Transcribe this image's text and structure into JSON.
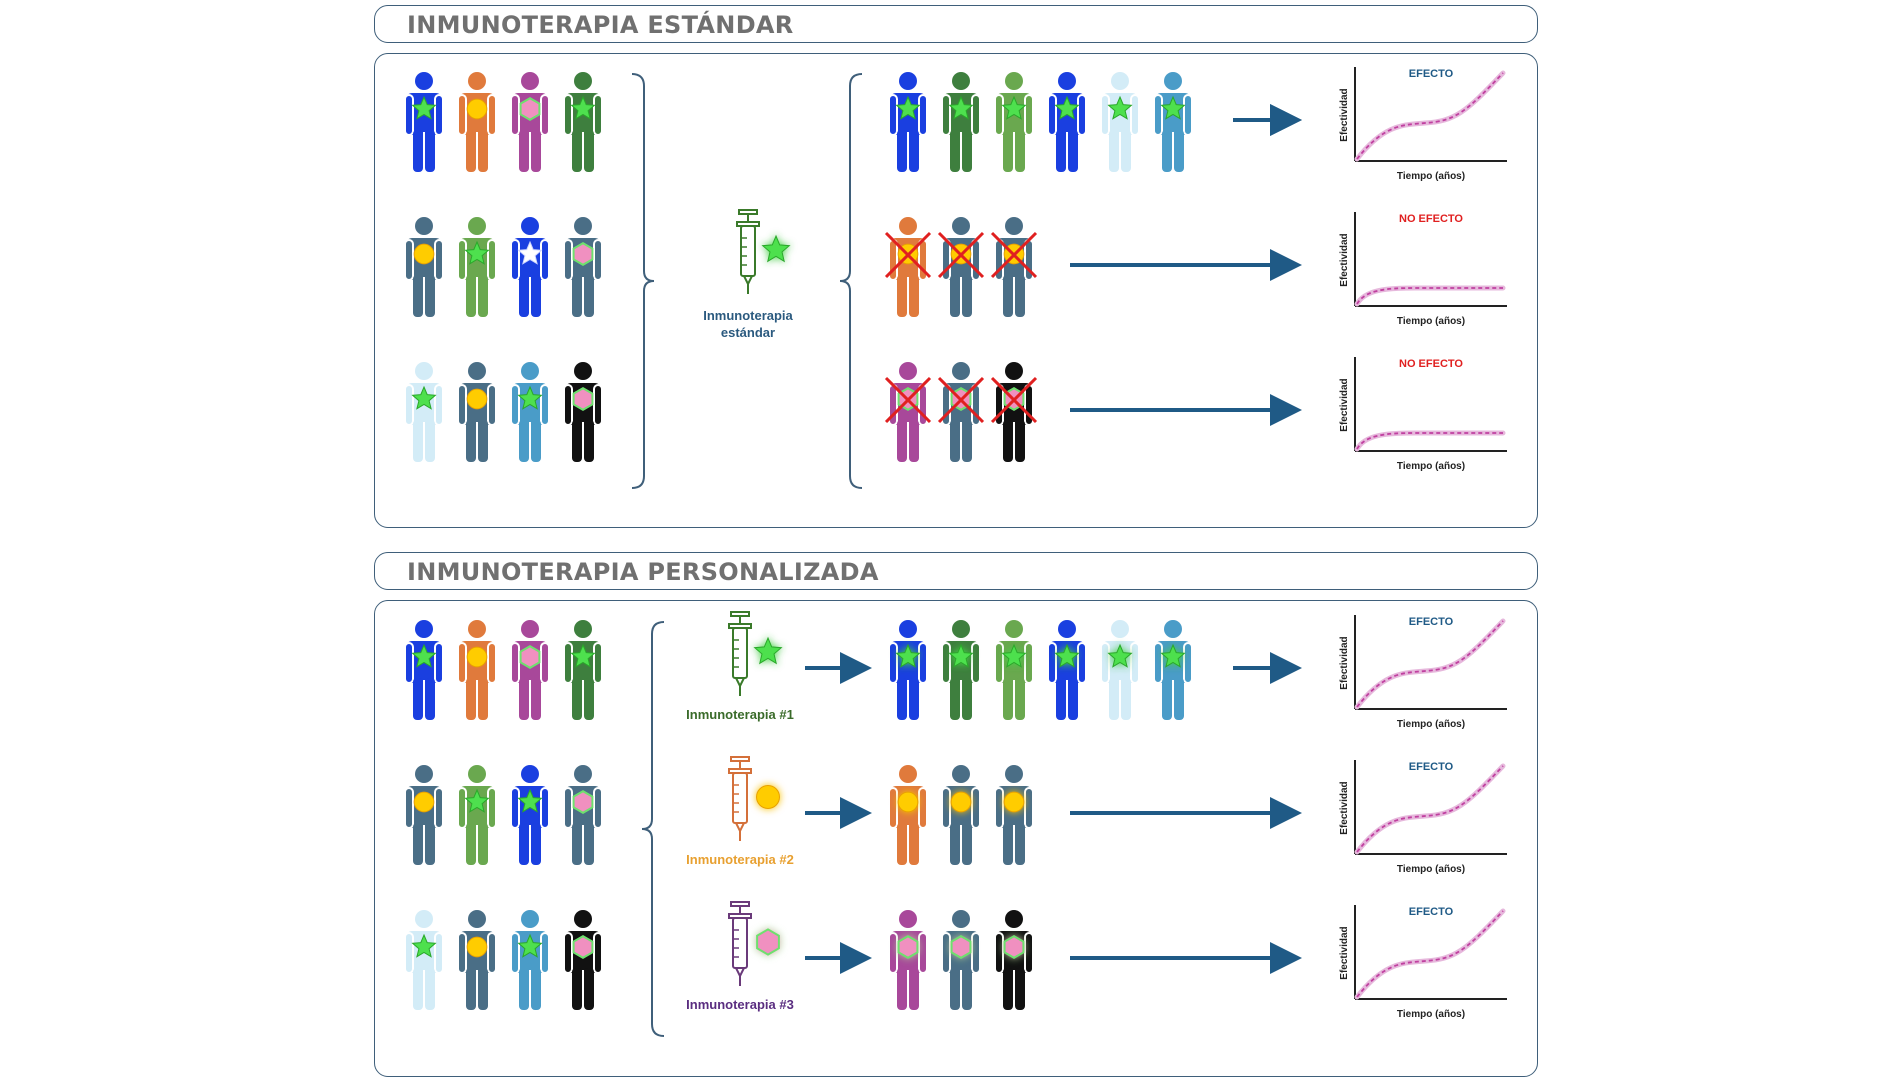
{
  "sections": [
    {
      "title": "INMUNOTERAPIA ESTÁNDAR",
      "population": [
        [
          "#1a3fe0:star",
          "#e07a3c:circle",
          "#a8489a:hex",
          "#3e7f3e:star"
        ],
        [
          "#4a6e86:circle",
          "#6aa84f:star",
          "#1a3fe0:star-white",
          "#4a6e86:hex"
        ],
        [
          "#d3ecf7:star",
          "#4a6e86:circle",
          "#4a9cc8:star",
          "#111111:hex"
        ]
      ],
      "therapies": [
        {
          "label_lines": [
            "Inmunoterapia",
            "estándar"
          ],
          "color": "#3a7a2a",
          "label_color": "#2b5a7f",
          "marker": "star",
          "marker_color": "#4ee04e"
        }
      ],
      "outcomes": [
        {
          "people": [
            "#1a3fe0:star",
            "#3e7f3e:star",
            "#6aa84f:star",
            "#1a3fe0:star",
            "#d3ecf7:star",
            "#4a9cc8:star"
          ],
          "crossed": false,
          "effect": "EFECTO",
          "effect_color": "#1f5a86",
          "curve": "rising"
        },
        {
          "people": [
            "#e07a3c:circle",
            "#4a6e86:circle",
            "#4a6e86:circle"
          ],
          "crossed": true,
          "effect": "NO EFECTO",
          "effect_color": "#e02020",
          "curve": "flat"
        },
        {
          "people": [
            "#a8489a:hex",
            "#4a6e86:hex",
            "#111111:hex"
          ],
          "crossed": true,
          "effect": "NO EFECTO",
          "effect_color": "#e02020",
          "curve": "flat"
        }
      ]
    },
    {
      "title": "INMUNOTERAPIA PERSONALIZADA",
      "population": [
        [
          "#1a3fe0:star",
          "#e07a3c:circle",
          "#a8489a:hex",
          "#3e7f3e:star"
        ],
        [
          "#4a6e86:circle",
          "#6aa84f:star",
          "#1a3fe0:star",
          "#4a6e86:hex"
        ],
        [
          "#d3ecf7:star",
          "#4a6e86:circle",
          "#4a9cc8:star",
          "#111111:hex"
        ]
      ],
      "therapies": [
        {
          "label_lines": [
            "Inmunoterapia #1"
          ],
          "color": "#3a7a2a",
          "label_color": "#3a6b2a",
          "marker": "star",
          "marker_color": "#4ee04e"
        },
        {
          "label_lines": [
            "Inmunoterapia #2"
          ],
          "color": "#d4703a",
          "label_color": "#e8a030",
          "marker": "circle",
          "marker_color": "#ffcc00"
        },
        {
          "label_lines": [
            "Inmunoterapia #3"
          ],
          "color": "#6a3a7a",
          "label_color": "#5a2d80",
          "marker": "hex",
          "marker_color": "#f090c0"
        }
      ],
      "outcomes": [
        {
          "people": [
            "#1a3fe0:star",
            "#3e7f3e:star",
            "#6aa84f:star",
            "#1a3fe0:star",
            "#d3ecf7:star",
            "#4a9cc8:star"
          ],
          "crossed": false,
          "effect": "EFECTO",
          "effect_color": "#1f5a86",
          "curve": "rising"
        },
        {
          "people": [
            "#e07a3c:circle",
            "#4a6e86:circle",
            "#4a6e86:circle"
          ],
          "crossed": false,
          "effect": "EFECTO",
          "effect_color": "#1f5a86",
          "curve": "rising"
        },
        {
          "people": [
            "#a8489a:hex",
            "#4a6e86:hex",
            "#111111:hex"
          ],
          "crossed": false,
          "effect": "EFECTO",
          "effect_color": "#1f5a86",
          "curve": "rising"
        }
      ]
    }
  ],
  "graph": {
    "xlabel": "Tiempo (años)",
    "ylabel": "Efectividad"
  },
  "colors": {
    "border": "#3f5f7a",
    "arrow": "#1f5a86",
    "curve": "#c040a0",
    "cross": "#e02020"
  }
}
